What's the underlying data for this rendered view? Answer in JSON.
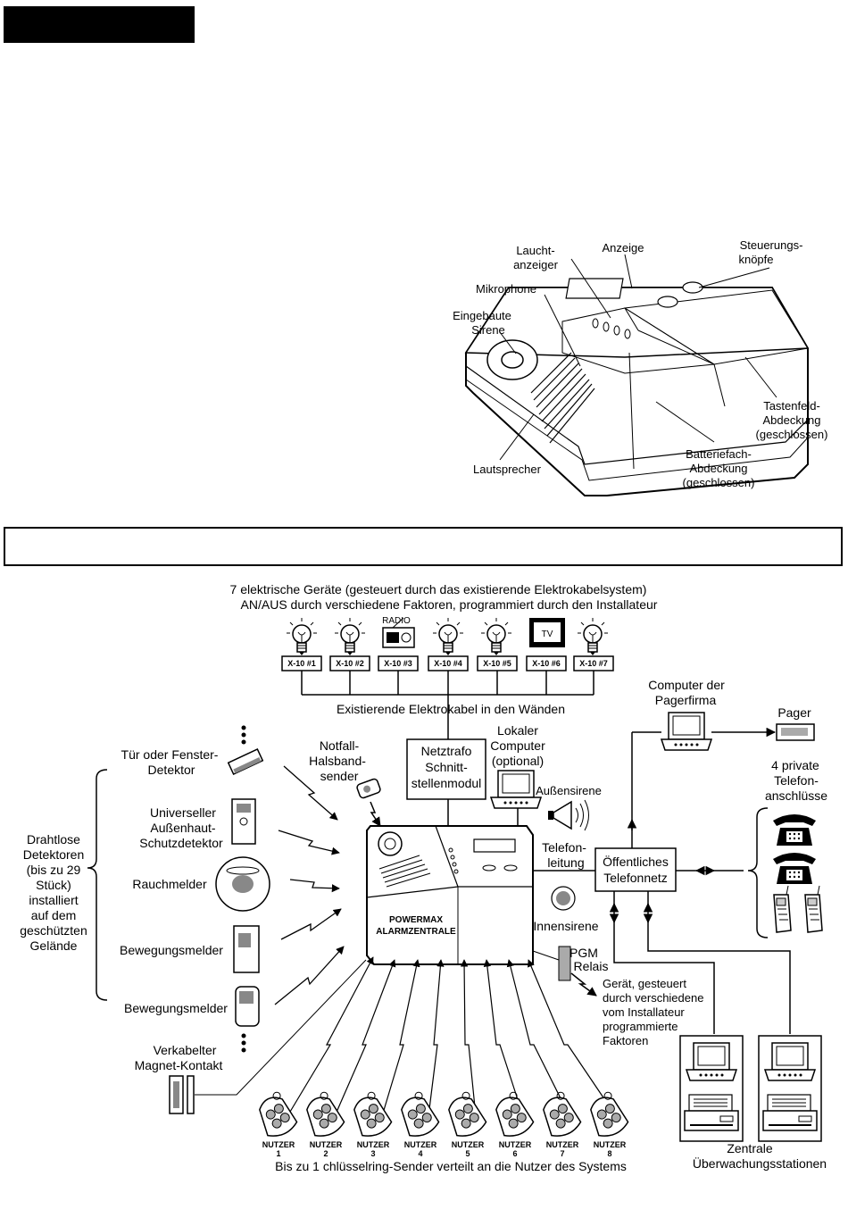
{
  "panel_callouts": {
    "laucht_1": "Laucht-",
    "laucht_2": "anzeiger",
    "anzeige": "Anzeige",
    "steuer_1": "Steuerungs-",
    "steuer_2": "knöpfe",
    "mikro": "Mikrophone",
    "sirene_1": "Eingebaute",
    "sirene_2": "Sirene",
    "tasten_1": "Tastenfeld-",
    "tasten_2": "Abdeckung",
    "tasten_3": "(geschlossen)",
    "batt_1": "Batteriefach-",
    "batt_2": "Abdeckung",
    "batt_3": "(geschlossen)",
    "lautsprecher": "Lautsprecher"
  },
  "system": {
    "top_line_1": "7 elektrische Geräte (gesteuert durch das existierende Elektrokabelsystem)",
    "top_line_2": "AN/AUS durch verschiedene Faktoren, programmiert durch den Installateur",
    "radio_label": "RADIO",
    "tv_label": "TV",
    "x10_modules": [
      "X-10 #1",
      "X-10 #2",
      "X-10 #3",
      "X-10 #4",
      "X-10 #5",
      "X-10 #6",
      "X-10 #7"
    ],
    "wiring_label": "Existierende Elektrokabel in den Wänden",
    "netz_1": "Netztrafo",
    "netz_2": "Schnitt-",
    "netz_3": "stellenmodul",
    "lokal_1": "Lokaler",
    "lokal_2": "Computer",
    "lokal_3": "(optional)",
    "notfall_1": "Notfall-",
    "notfall_2": "Halsband-",
    "notfall_3": "sender",
    "aussen": "Außensirene",
    "tel_1": "Telefon-",
    "tel_2": "leitung",
    "netz_pub_1": "Öffentliches",
    "netz_pub_2": "Telefonnetz",
    "innen": "Innensirene",
    "pgm_1": "PGM",
    "pgm_2": "Relais",
    "geraet_1": "Gerät, gesteuert",
    "geraet_2": "durch verschiedene",
    "geraet_3": "vom Installateur",
    "geraet_4": "programmierte",
    "geraet_5": "Faktoren",
    "pager_co_1": "Computer der",
    "pager_co_2": "Pagerfirma",
    "pager": "Pager",
    "priv_1": "4 private",
    "priv_2": "Telefon-",
    "priv_3": "anschlüsse",
    "central_1": "Zentrale",
    "central_2": "Überwachungsstationen",
    "powermax_1": "POWERMAX",
    "powermax_2": "ALARMZENTRALE",
    "det_door_1": "Tür oder Fenster-",
    "det_door_2": "Detektor",
    "det_univ_1": "Universeller",
    "det_univ_2": "Außenhaut-",
    "det_univ_3": "Schutzdetektor",
    "det_smoke": "Rauchmelder",
    "det_motion_1": "Bewegungsmelder",
    "det_motion_2": "Bewegungsmelder",
    "det_wired_1": "Verkabelter",
    "det_wired_2": "Magnet-Kontakt",
    "wl_1": "Drahtlose",
    "wl_2": "Detektoren",
    "wl_3": "(bis zu 29",
    "wl_4": "Stück)",
    "wl_5": "installiert",
    "wl_6": "auf dem",
    "wl_7": "geschützten",
    "wl_8": "Gelände",
    "user_word": "NUTZER",
    "user_numbers": [
      "1",
      "2",
      "3",
      "4",
      "5",
      "6",
      "7",
      "8"
    ],
    "bottom_label": "Bis zu 1 chlüsselring-Sender verteilt an die Nutzer des Systems"
  }
}
